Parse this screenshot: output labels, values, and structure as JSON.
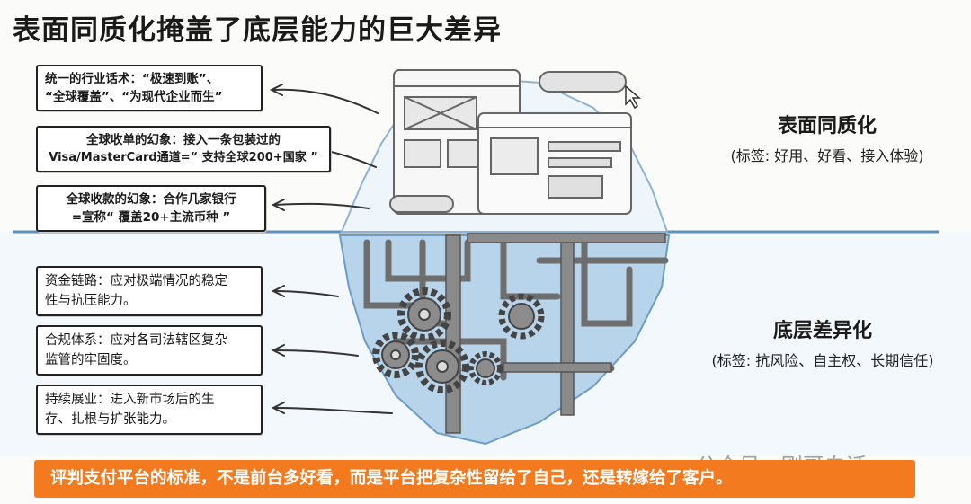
{
  "title": "表面同质化掩盖了底层能力的巨大差异",
  "surface": {
    "heading": "表面同质化",
    "subtitle": "(标签: 好用、好看、接入体验)"
  },
  "bottom": {
    "heading": "底层差异化",
    "subtitle": "(标签: 抗风险、自主权、长期信任)"
  },
  "upper_callouts": [
    {
      "line1": "统一的行业话术：“极速到账”、",
      "line2": "“全球覆盖”、“为现代企业而生”"
    },
    {
      "line1": "全球收单的幻象：接入一条包装过的",
      "line2": "Visa/MasterCard通道=“ 支持全球200+国家 ”"
    },
    {
      "line1": "全球收款的幻象：合作几家银行",
      "line2": "=宣称“ 覆盖20+主流币种 ”"
    }
  ],
  "lower_callouts": [
    {
      "line1": "资金链路：应对极端情况的稳定",
      "line2": "性与抗压能力。"
    },
    {
      "line1": "合规体系：应对各司法辖区复杂",
      "line2": "监管的牢固度。"
    },
    {
      "line1": "持续展业：进入新市场后的生",
      "line2": "存、扎根与扩张能力。"
    }
  ],
  "banner": "评判支付平台的标准，不是前台多好看，而是平台把复杂性留给了自己，还是转嫁给了客户。",
  "watermark": "公众号 · 刚哥白话",
  "colors": {
    "banner": "#f47a1f",
    "water": "#cfe3f3",
    "ice": "#eaf3fb",
    "iceUnder": "#9cc3e0"
  }
}
